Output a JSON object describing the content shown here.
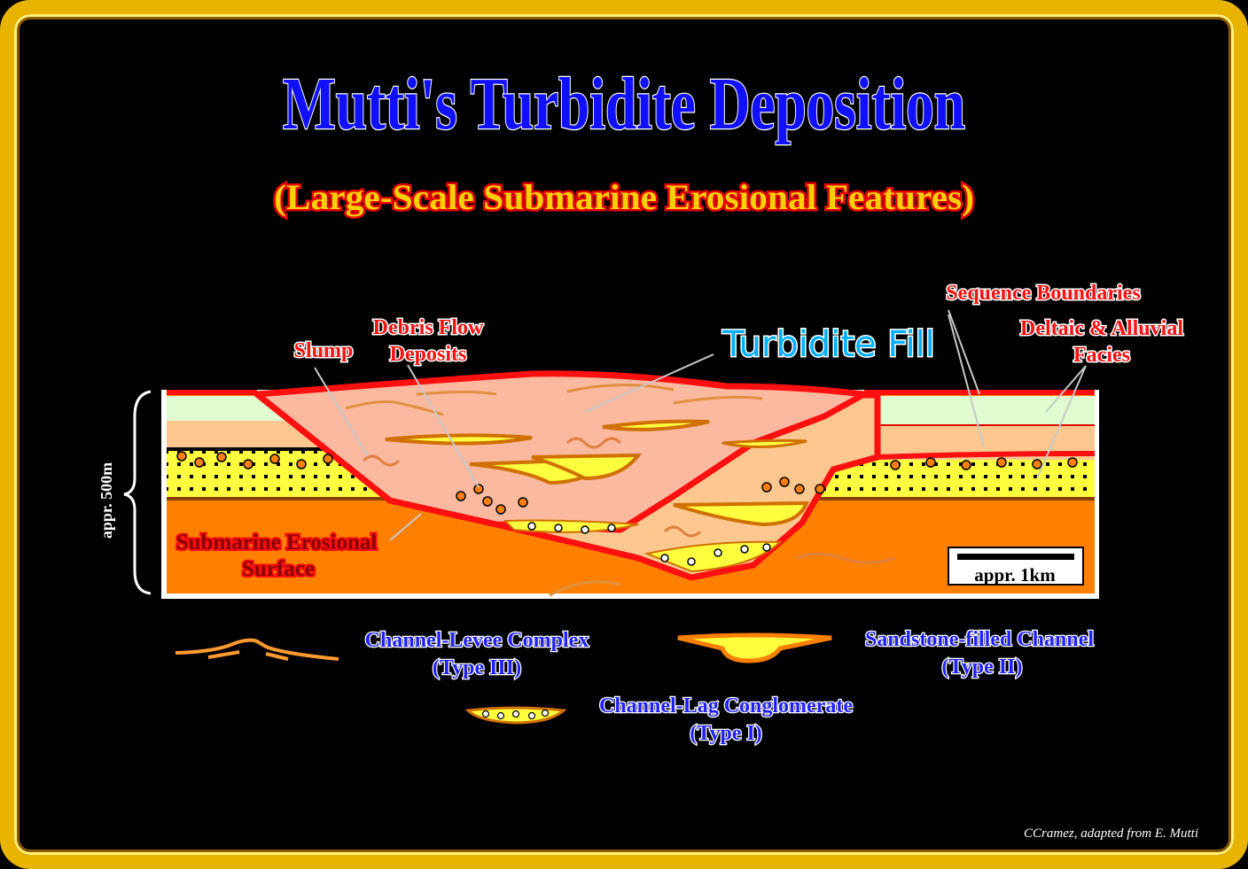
{
  "title": "Mutti's Turbidite Deposition",
  "subtitle": "(Large-Scale Submarine Erosional Features)",
  "labels": {
    "slump": "Slump",
    "debris_flow_1": "Debris Flow",
    "debris_flow_2": "Deposits",
    "turbidite_fill": "Turbidite Fill",
    "sequence_boundaries": "Sequence Boundaries",
    "deltaic_1": "Deltaic & Alluvial",
    "deltaic_2": "Facies",
    "erosional_1": "Submarine Erosional",
    "erosional_2": "Surface",
    "vertical_scale": "appr. 500m",
    "horizontal_scale": "appr. 1km"
  },
  "legend": [
    {
      "name": "Channel-Levee Complex",
      "type": "(Type III)"
    },
    {
      "name": "Sandstone-filled Channel",
      "type": "(Type II)"
    },
    {
      "name": "Channel-Lag Conglomerate",
      "type": "(Type I)"
    }
  ],
  "credit": "CCramez, adapted from E. Mutti",
  "colors": {
    "frame": "#e8b400",
    "erosion": "#ff1010",
    "turbidite_fill": "#fbb9a0",
    "substrate": "#ff8000",
    "sand": "#ffff40",
    "shelf_green": "#e0fcd0",
    "peach": "#fcc890"
  }
}
